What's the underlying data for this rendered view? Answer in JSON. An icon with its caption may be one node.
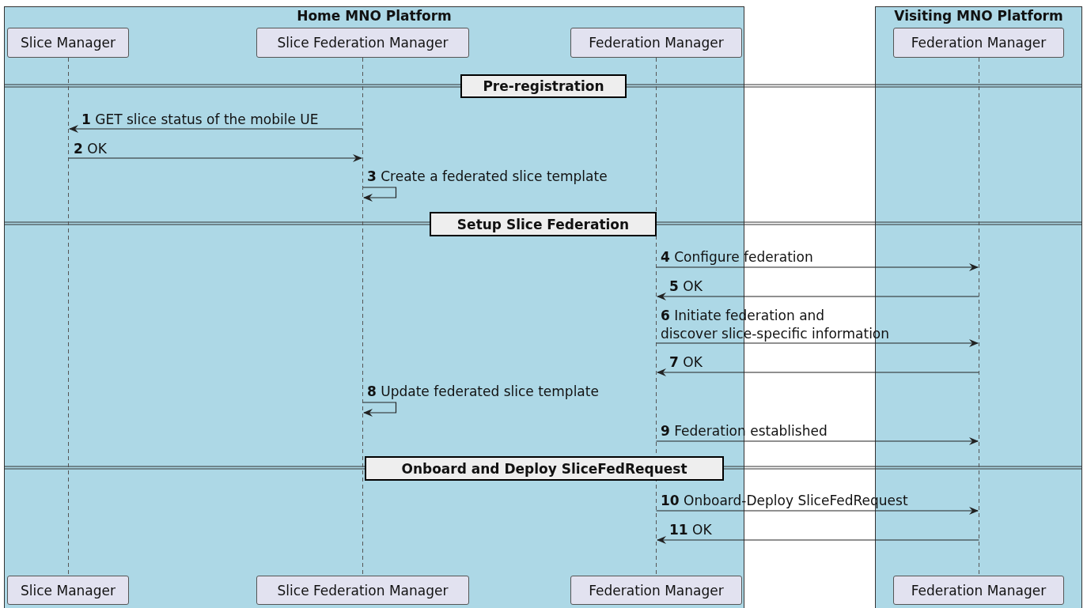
{
  "diagram": {
    "nodes": [
      {
        "text": [
          "Home MNO Platform"
        ]
      },
      {
        "text": [
          "Slice Manager"
        ],
        "in": 0
      },
      {
        "text": [
          "Slice Federation Manager"
        ],
        "in": 0
      },
      {
        "text": [
          "Federation Manager"
        ],
        "in": 0
      },
      {
        "text": [
          "Visiting MNO Platform"
        ]
      },
      {
        "text": [
          "Federation Manager"
        ],
        "in": 4
      },
      {
        "text": [
          "Pre-registration"
        ],
        "in": 0
      },
      {
        "text": [
          "Setup Slice Federation"
        ],
        "in": 0
      },
      {
        "text": [
          "Onboard and Deploy SliceFedRequest"
        ],
        "in": 0
      },
      {
        "text": [
          "Slice Manager"
        ],
        "in": 0
      },
      {
        "text": [
          "Slice Federation Manager"
        ],
        "in": 0
      },
      {
        "text": [
          "Federation Manager"
        ],
        "in": 0
      },
      {
        "text": [
          "Federation Manager"
        ],
        "in": 4
      },
      {
        "text": [],
        "shape": "line",
        "in": 0
      },
      {
        "text": [],
        "shape": "line",
        "in": 0
      },
      {
        "text": [],
        "shape": "line",
        "in": 0
      },
      {
        "text": [],
        "shape": "line",
        "in": 4
      }
    ],
    "edges": [
      {
        "from": 14,
        "to": 13,
        "arrow": "to",
        "label": "**1** GET slice status of the mobile UE"
      },
      {
        "from": 13,
        "to": 14,
        "arrow": "to",
        "label": "**2** OK"
      },
      {
        "from": 14,
        "to": 14,
        "arrow": "to",
        "label": "**3** Create a federated slice template"
      },
      {
        "from": 15,
        "to": 16,
        "arrow": "to",
        "label": "**4** Configure federation"
      },
      {
        "from": 16,
        "to": 15,
        "arrow": "to",
        "label": "**5** OK"
      },
      {
        "from": 15,
        "to": 16,
        "arrow": "to",
        "label": "**6** Initiate federation and discover slice-specific information"
      },
      {
        "from": 16,
        "to": 15,
        "arrow": "to",
        "label": "**7** OK"
      },
      {
        "from": 14,
        "to": 14,
        "arrow": "to",
        "label": "**8** Update federated slice template"
      },
      {
        "from": 15,
        "to": 16,
        "arrow": "to",
        "label": "**9** Federation established"
      },
      {
        "from": 15,
        "to": 16,
        "arrow": "to",
        "label": "**10** Onboard-Deploy SliceFedRequest"
      },
      {
        "from": 16,
        "to": 15,
        "arrow": "to",
        "label": "**11** OK"
      }
    ]
  }
}
